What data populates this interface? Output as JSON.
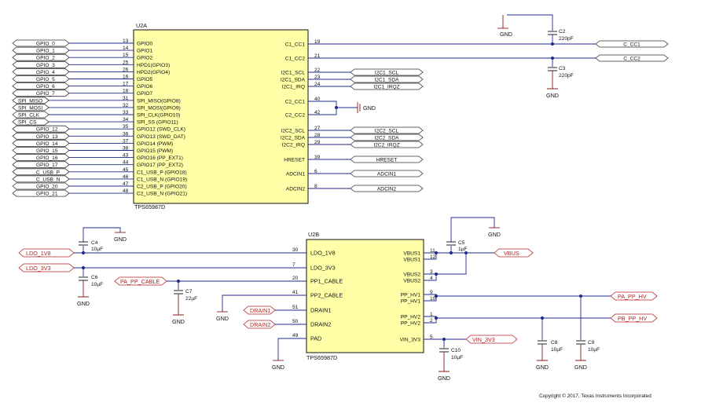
{
  "u2a": {
    "ref": "U2A",
    "part": "TPS65987D",
    "left_pins": [
      {
        "num": "13",
        "name": "GPIO0",
        "net": "GPIO_0",
        "net_style": "normal"
      },
      {
        "num": "14",
        "name": "GPIO1",
        "net": "GPIO_1",
        "net_style": "normal"
      },
      {
        "num": "15",
        "name": "GPIO2",
        "net": "GPIO_2",
        "net_style": "normal"
      },
      {
        "num": "25",
        "name": "HPD1(GPIO3)",
        "net": "GPIO_3",
        "net_style": "normal"
      },
      {
        "num": "26",
        "name": "HPD2(GPIO4)",
        "net": "GPIO_4",
        "net_style": "normal"
      },
      {
        "num": "16",
        "name": "GPIO5",
        "net": "GPIO_5",
        "net_style": "normal"
      },
      {
        "num": "17",
        "name": "GPIO6",
        "net": "GPIO_6",
        "net_style": "normal"
      },
      {
        "num": "18",
        "name": "GPIO7",
        "net": "GPIO_7",
        "net_style": "normal"
      },
      {
        "num": "31",
        "name": "SPI_MISO(GPIO8)",
        "net": "SPI_MISO",
        "net_style": "spi"
      },
      {
        "num": "32",
        "name": "SPI_MOSI(GPIO9)",
        "net": "SPI_MOSI",
        "net_style": "spi"
      },
      {
        "num": "33",
        "name": "SPI_CLK(GPIO10)",
        "net": "SPI_CLK",
        "net_style": "spi"
      },
      {
        "num": "34",
        "name": "SPI_SS (GPIO11)",
        "net": "SPI_CS",
        "net_style": "spi"
      },
      {
        "num": "35",
        "name": "GPIO12 (SWD_CLK)",
        "net": "GPIO_12",
        "net_style": "normal"
      },
      {
        "num": "36",
        "name": "GPIO13 (SWD_DAT)",
        "net": "GPIO_13",
        "net_style": "normal"
      },
      {
        "num": "37",
        "name": "GPIO14 (PWM)",
        "net": "GPIO_14",
        "net_style": "normal"
      },
      {
        "num": "38",
        "name": "GPIO15 (PWM)",
        "net": "GPIO_15",
        "net_style": "normal"
      },
      {
        "num": "43",
        "name": "GPIO16 (PP_EXT1)",
        "net": "GPIO_16",
        "net_style": "normal"
      },
      {
        "num": "44",
        "name": "GPIO17 (PP_EXT2)",
        "net": "GPIO_17",
        "net_style": "normal"
      },
      {
        "num": "45",
        "name": "C1_USB_P (GPIO18)",
        "net": "C_USB_P",
        "net_style": "normal"
      },
      {
        "num": "46",
        "name": "C1_USB_N (GPIO19)",
        "net": "C_USB_N",
        "net_style": "normal"
      },
      {
        "num": "47",
        "name": "C2_USB_P (GPIO20)",
        "net": "GPIO_20",
        "net_style": "normal"
      },
      {
        "num": "48",
        "name": "C2_USB_N (GPIO21)",
        "net": "GPIO_21",
        "net_style": "normal"
      }
    ],
    "right_pins": [
      {
        "num": "19",
        "name": "C1_CC1",
        "net": "C_CC1"
      },
      {
        "num": "21",
        "name": "C1_CC2",
        "net": "C_CC2"
      },
      {
        "num": "22",
        "name": "I2C1_SCL",
        "net": "I2C1_SCL"
      },
      {
        "num": "23",
        "name": "I2C1_SDA",
        "net": "I2C1_SDA"
      },
      {
        "num": "24",
        "name": "I2C1_IRQ",
        "net": "I2C1_IRQZ"
      },
      {
        "num": "40",
        "name": "C2_CC1",
        "net": ""
      },
      {
        "num": "42",
        "name": "C2_CC2",
        "net": ""
      },
      {
        "num": "27",
        "name": "I2C2_SCL",
        "net": "I2C2_SCL"
      },
      {
        "num": "28",
        "name": "I2C2_SDA",
        "net": "I2C2_SDA"
      },
      {
        "num": "29",
        "name": "I2C2_IRQ",
        "net": "I2C2_IRQZ"
      },
      {
        "num": "39",
        "name": "HRESET",
        "net": "HRESET"
      },
      {
        "num": "6",
        "name": "ADCIN1",
        "net": "ADCIN1"
      },
      {
        "num": "8",
        "name": "ADCIN2",
        "net": "ADCIN2"
      }
    ],
    "gnd_cc2": "GND"
  },
  "u2b": {
    "ref": "U2B",
    "part": "TPS65987D",
    "left_pins": [
      {
        "num": "30",
        "name": "LDO_1V8"
      },
      {
        "num": "7",
        "name": "LDO_3V3"
      },
      {
        "num": "20",
        "name": "PP1_CABLE"
      },
      {
        "num": "41",
        "name": "PP2_CABLE"
      },
      {
        "num": "51",
        "name": "DRAIN1"
      },
      {
        "num": "50",
        "name": "DRAIN2"
      },
      {
        "num": "49",
        "name": "PAD"
      }
    ],
    "right_pins": [
      {
        "num": "11",
        "name": "VBUS1"
      },
      {
        "num": "12",
        "name": "VBUS1"
      },
      {
        "num": "3",
        "name": "VBUS2"
      },
      {
        "num": "4",
        "name": "VBUS2"
      },
      {
        "num": "9",
        "name": "PP_HV1"
      },
      {
        "num": "10",
        "name": "PP_HV1"
      },
      {
        "num": "1",
        "name": "PP_HV2"
      },
      {
        "num": "2",
        "name": "PP_HV2"
      },
      {
        "num": "5",
        "name": "VIN_3V3"
      }
    ]
  },
  "caps": {
    "c2": {
      "ref": "C2",
      "value": "220pF"
    },
    "c3": {
      "ref": "C3",
      "value": "220pF"
    },
    "c4": {
      "ref": "C4",
      "value": "10µF"
    },
    "c5": {
      "ref": "C5",
      "value": "1µF"
    },
    "c6": {
      "ref": "C6",
      "value": "10µF"
    },
    "c7": {
      "ref": "C7",
      "value": "22µF"
    },
    "c8": {
      "ref": "C8",
      "value": "10µF"
    },
    "c9": {
      "ref": "C9",
      "value": "10µF"
    },
    "c10": {
      "ref": "C10",
      "value": "10µF"
    }
  },
  "power_nets": {
    "ldo_1v8": "LDO_1V8",
    "ldo_3v3": "LDO_3V3",
    "pa_pp_cable": "PA_PP_CABLE",
    "drain1": "DRAIN1",
    "drain2": "DRAIN2",
    "vbus": "VBUS",
    "pa_pp_hv": "PA_PP_HV",
    "pb_pp_hv": "PB_PP_HV",
    "vin_3v3": "VIN_3V3"
  },
  "gnd_label": "GND",
  "copyright": "Copyright © 2017, Texas Instruments Incorporated",
  "colors": {
    "chip_fill": "#ffffa8",
    "net_blue": "#1e2a8a",
    "net_red": "#b32222",
    "gnd": "#8b1a1a"
  }
}
